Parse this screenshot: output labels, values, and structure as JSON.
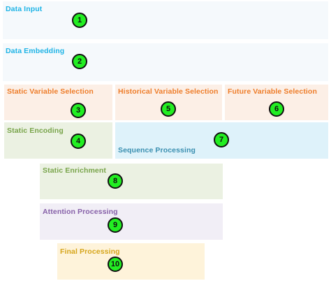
{
  "blocks": [
    {
      "id": "data-input",
      "label": "Data Input",
      "badge": "1",
      "bg": "#f5f9fc",
      "color": "#1fb4e6"
    },
    {
      "id": "data-embedding",
      "label": "Data Embedding",
      "badge": "2",
      "bg": "#f5f9fc",
      "color": "#1fb4e6"
    },
    {
      "id": "static-variable-selection",
      "label": "Static Variable Selection",
      "badge": "3",
      "bg": "#fcefe6",
      "color": "#ee7d2a"
    },
    {
      "id": "historical-variable-selection",
      "label": "Historical Variable Selection",
      "badge": "5",
      "bg": "#fcefe6",
      "color": "#ee7d2a"
    },
    {
      "id": "future-variable-selection",
      "label": "Future Variable Selection",
      "badge": "6",
      "bg": "#fcefe6",
      "color": "#ee7d2a"
    },
    {
      "id": "static-encoding",
      "label": "Static Encoding",
      "badge": "4",
      "bg": "#ebf1e2",
      "color": "#78a44a"
    },
    {
      "id": "sequence-processing",
      "label": "Sequence Processing",
      "badge": "7",
      "bg": "#def2fa",
      "color": "#3a8fb0"
    },
    {
      "id": "static-enrichment",
      "label": "Static Enrichment",
      "badge": "8",
      "bg": "#ebf1e2",
      "color": "#78a44a"
    },
    {
      "id": "attention-processing",
      "label": "Attention Processing",
      "badge": "9",
      "bg": "#f1eef6",
      "color": "#8660a8"
    },
    {
      "id": "final-processing",
      "label": "Final Processing",
      "badge": "10",
      "bg": "#fef3da",
      "color": "#d6a51a"
    }
  ]
}
